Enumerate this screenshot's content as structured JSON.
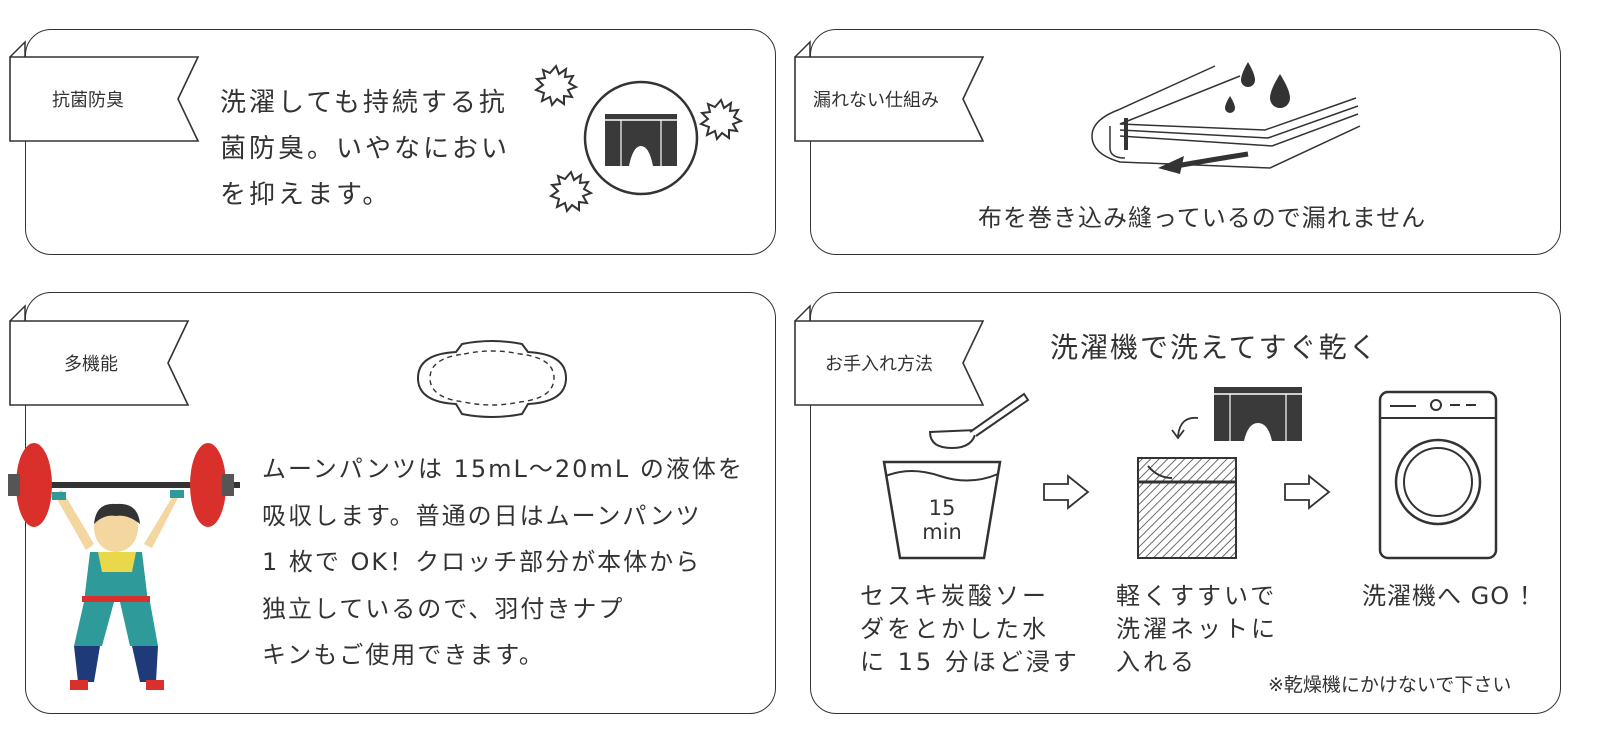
{
  "colors": {
    "line": "#333333",
    "fill": "#3a3a3a",
    "hatch": "#444444",
    "dumbbell": "#d9302c",
    "suit": "#2f9a9a",
    "skin": "#f3d6a0"
  },
  "panels": {
    "antibacterial": {
      "tag": "抗菌防臭",
      "lines": [
        "洗濯しても持続する抗",
        "菌防臭。いやなにおい",
        "を抑えます。"
      ]
    },
    "leakproof": {
      "tag": "漏れない仕組み",
      "caption": "布を巻き込み縫っているので漏れません"
    },
    "multifunction": {
      "tag": "多機能",
      "lines": [
        "ムーンパンツは 15mL〜20mL の液体を",
        "吸収します。普通の日はムーンパンツ",
        "1 枚で OK！クロッチ部分が本体から",
        "独立しているので、羽付きナプ",
        "キンもご使用できます。"
      ]
    },
    "care": {
      "tag": "お手入れ方法",
      "title": "洗濯機で洗えてすぐ乾く",
      "bucket_number": "15",
      "bucket_unit": "min",
      "step1": [
        "セスキ炭酸ソー",
        "ダをとかした水",
        "に 15 分ほど浸す"
      ],
      "step2": [
        "軽くすすいで",
        "洗濯ネットに",
        "入れる"
      ],
      "step3": "洗濯機へ GO ！",
      "note": "※乾燥機にかけないで下さい"
    }
  }
}
